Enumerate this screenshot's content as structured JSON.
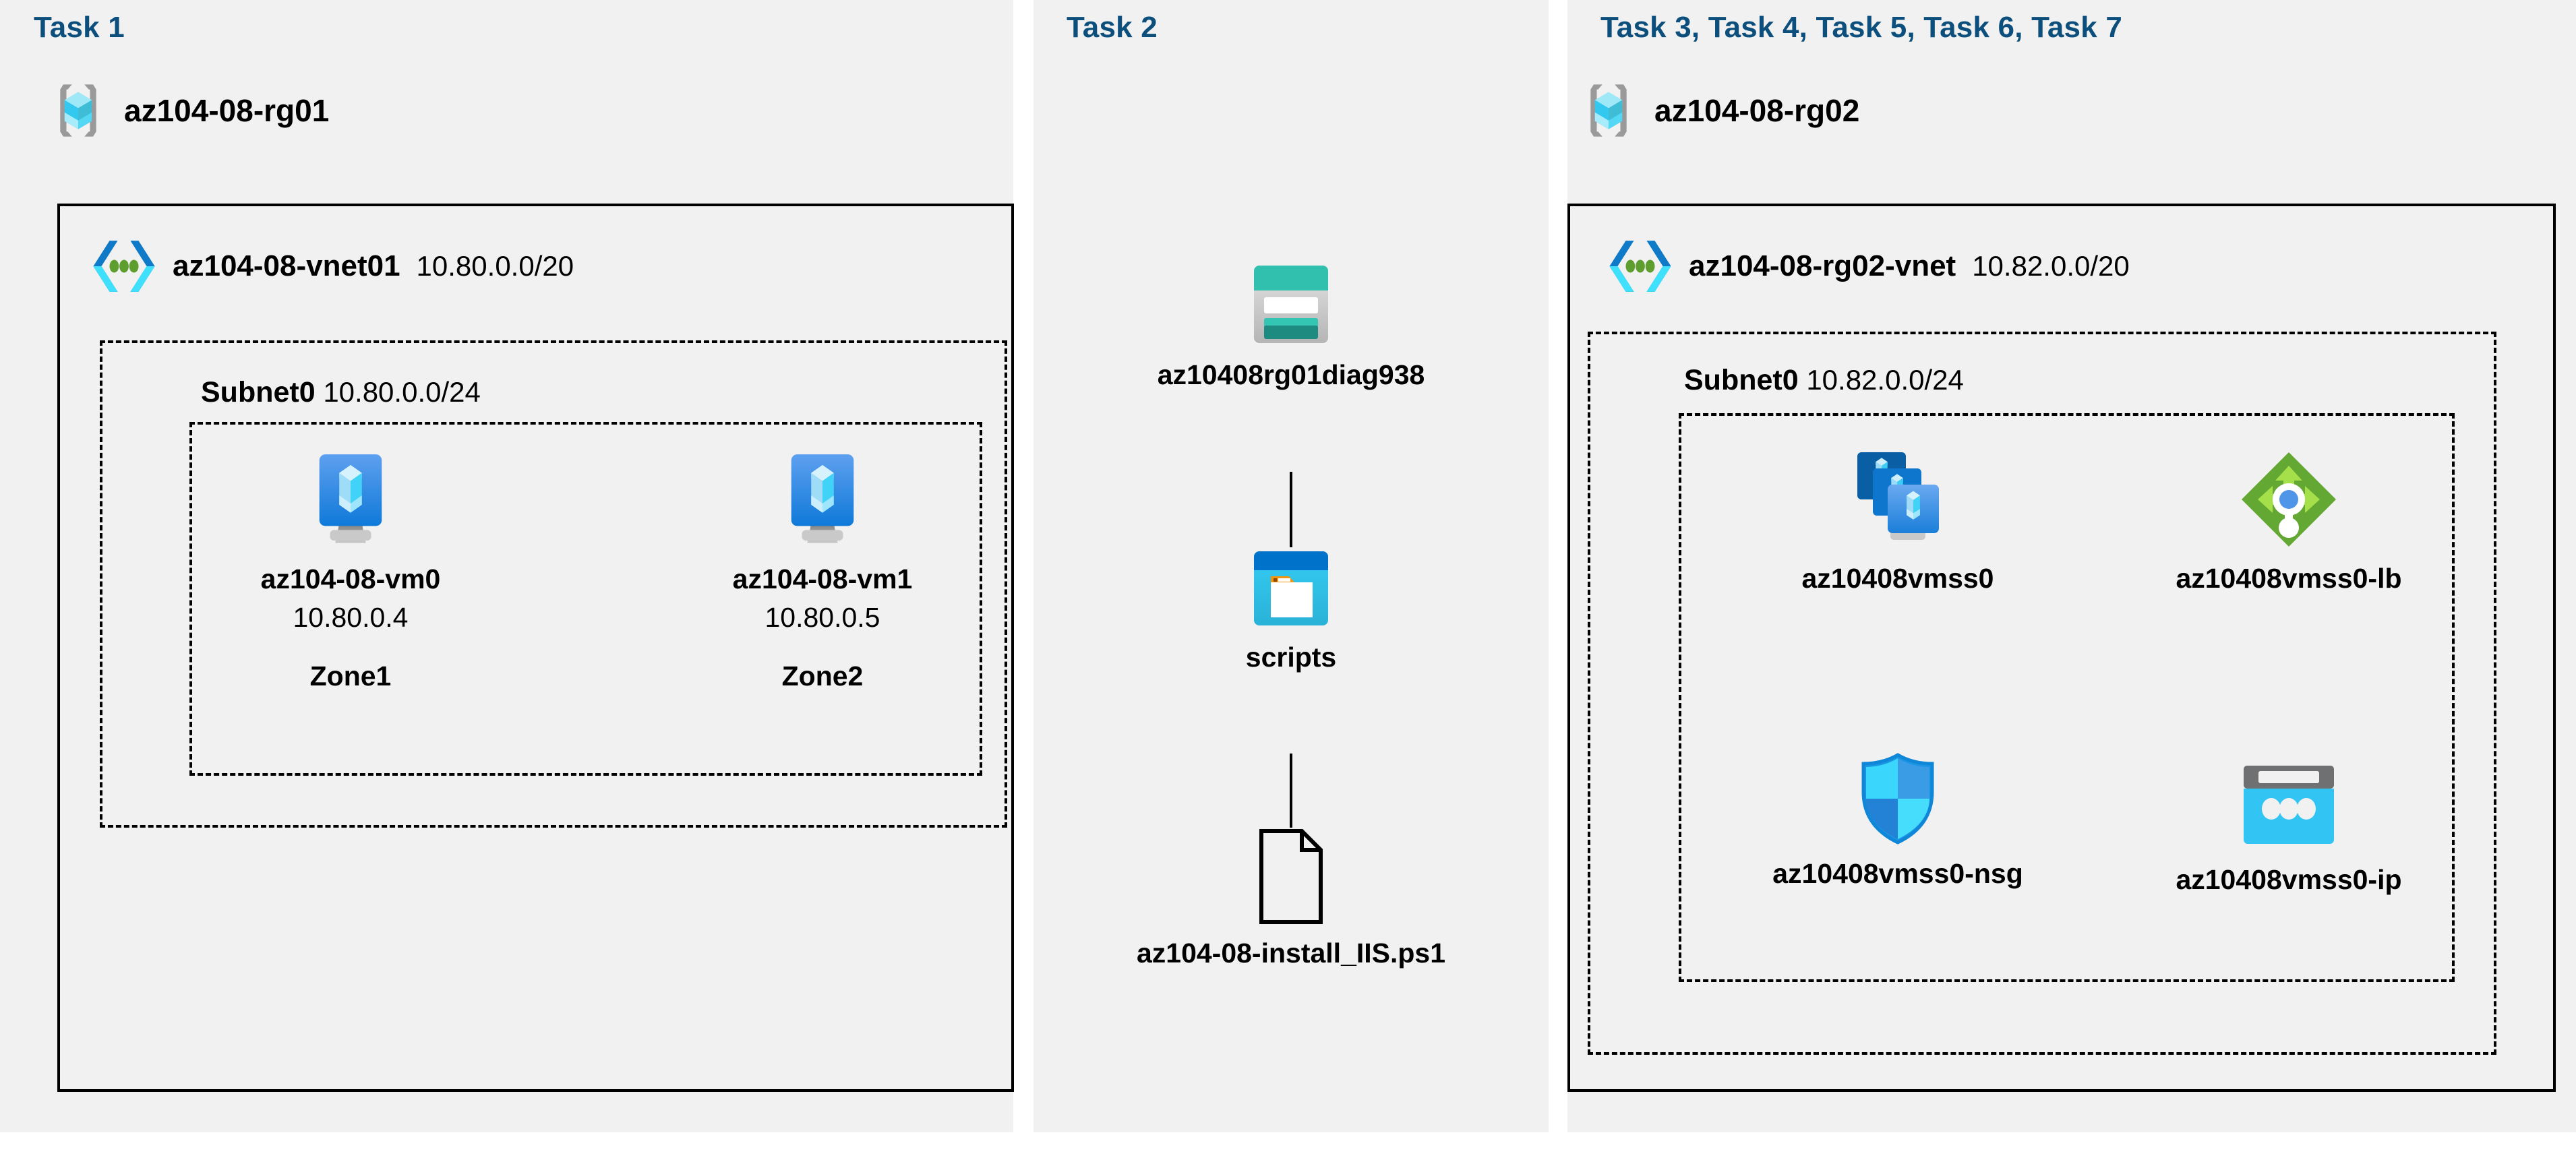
{
  "theme": {
    "panel_bg": "#f1f1f1",
    "page_bg": "#ffffff",
    "task_label_color": "#0d4f7c",
    "border_color": "#000000",
    "azure_blue": "#0078d4",
    "vm_blue": "#3b8ce8",
    "lb_green": "#73b33a",
    "nsg_blue": "#32bdf0",
    "storage_teal": "#2ec4b0",
    "ip_cyan": "#32c5f4"
  },
  "panels": [
    {
      "id": "task1",
      "task_label": "Task 1"
    },
    {
      "id": "task2",
      "task_label": "Task 2"
    },
    {
      "id": "task3to7",
      "task_label": "Task 3, Task 4, Task 5, Task 6, Task 7"
    }
  ],
  "task1": {
    "resource_group": {
      "name": "az104-08-rg01",
      "icon": "resource-group-icon"
    },
    "vnet": {
      "name": "az104-08-vnet01",
      "cidr": "10.80.0.0/20",
      "icon": "virtual-network-icon"
    },
    "subnet": {
      "name": "Subnet0",
      "cidr": "10.80.0.0/24"
    },
    "vms": [
      {
        "name": "az104-08-vm0",
        "ip": "10.80.0.4",
        "zone": "Zone1",
        "icon": "virtual-machine-icon"
      },
      {
        "name": "az104-08-vm1",
        "ip": "10.80.0.5",
        "zone": "Zone2",
        "icon": "virtual-machine-icon"
      }
    ]
  },
  "task2": {
    "storage_account": {
      "name": "az10408rg01diag938",
      "icon": "storage-account-icon"
    },
    "container": {
      "name": "scripts",
      "icon": "blob-container-icon"
    },
    "file": {
      "name": "az104-08-install_IIS.ps1",
      "icon": "file-icon"
    }
  },
  "task3to7": {
    "resource_group": {
      "name": "az104-08-rg02",
      "icon": "resource-group-icon"
    },
    "vnet": {
      "name": "az104-08-rg02-vnet",
      "cidr": "10.82.0.0/20",
      "icon": "virtual-network-icon"
    },
    "subnet": {
      "name": "Subnet0",
      "cidr": "10.82.0.0/24"
    },
    "resources": [
      {
        "name": "az10408vmss0",
        "icon": "vm-scale-set-icon"
      },
      {
        "name": "az10408vmss0-lb",
        "icon": "load-balancer-icon"
      },
      {
        "name": "az10408vmss0-nsg",
        "icon": "network-security-group-icon"
      },
      {
        "name": "az10408vmss0-ip",
        "icon": "public-ip-address-icon"
      }
    ]
  }
}
